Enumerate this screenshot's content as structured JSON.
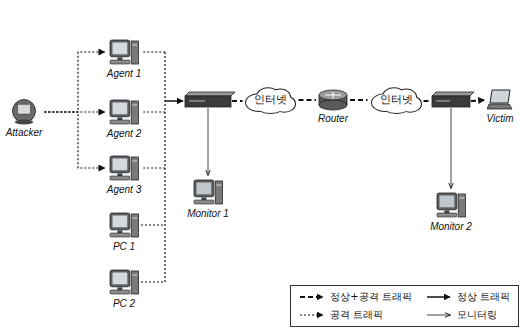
{
  "diagram": {
    "nodes": [
      {
        "text": [
          "Attacker"
        ]
      },
      {
        "text": [
          "Agent 1"
        ]
      },
      {
        "text": [
          "Agent 2"
        ]
      },
      {
        "text": [
          "Agent 3"
        ]
      },
      {
        "text": [
          "PC 1"
        ]
      },
      {
        "text": [
          "PC 2"
        ]
      },
      {
        "text": [
          "Monitor 1"
        ]
      },
      {
        "text": [
          "인터넷"
        ]
      },
      {
        "text": [
          "Router"
        ]
      },
      {
        "text": [
          "인터넷"
        ]
      },
      {
        "text": [
          "Victim"
        ]
      },
      {
        "text": [
          "Monitor 2"
        ]
      }
    ],
    "edges": [
      {
        "from": 0,
        "to": 1,
        "arrow": "to"
      },
      {
        "from": 0,
        "to": 2,
        "arrow": "to"
      },
      {
        "from": 0,
        "to": 3,
        "arrow": "to"
      },
      {
        "from": 7,
        "to": 8,
        "arrow": "none"
      },
      {
        "from": 8,
        "to": 9,
        "arrow": "none"
      }
    ],
    "legend": [
      {
        "text": "정상+공격 트래픽"
      },
      {
        "text": "정상 트래픽"
      },
      {
        "text": "공격 트래픽"
      },
      {
        "text": "모니터링"
      }
    ]
  }
}
